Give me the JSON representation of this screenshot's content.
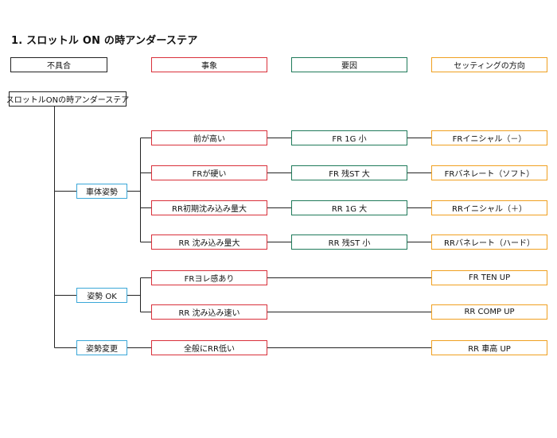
{
  "title": "1. スロットル ON の時アンダーステア",
  "legend": {
    "fuguai": "不具合",
    "jisho": "事象",
    "yoin": "要因",
    "hoko": "セッティングの方向"
  },
  "root": "スロットルONの時アンダーステア",
  "groups": [
    {
      "label": "車体姿勢",
      "rows": [
        {
          "event": "前が高い",
          "cause": "FR 1G 小",
          "direction": "FRイニシャル（－）"
        },
        {
          "event": "FRが硬い",
          "cause": "FR 残ST 大",
          "direction": "FRバネレート（ソフト）"
        },
        {
          "event": "RR初期沈み込み量大",
          "cause": "RR 1G 大",
          "direction": "RRイニシャル（＋）"
        },
        {
          "event": "RR 沈み込み量大",
          "cause": "RR 残ST 小",
          "direction": "RRバネレート（ハード）"
        }
      ]
    },
    {
      "label": "姿勢 OK",
      "rows": [
        {
          "event": "FRヨレ感あり",
          "direction": "FR TEN UP"
        },
        {
          "event": "RR 沈み込み速い",
          "direction": "RR COMP UP"
        }
      ]
    },
    {
      "label": "姿勢変更",
      "rows": [
        {
          "event": "全般にRR低い",
          "direction": "RR 車高 UP"
        }
      ]
    }
  ]
}
